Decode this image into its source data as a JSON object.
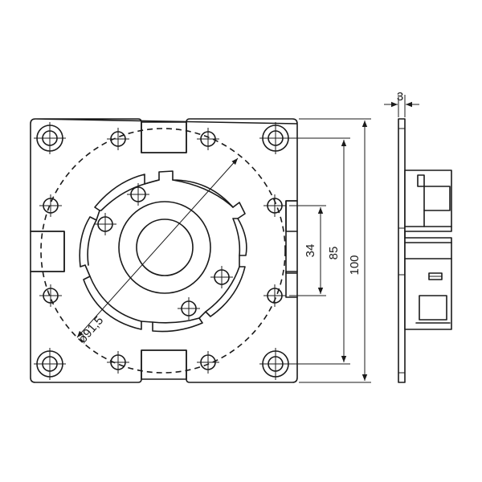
{
  "drawing": {
    "dimensions": {
      "thickness": "3",
      "outer_height": "100",
      "hole_pitch": "85",
      "inner_pitch": "34",
      "circle_diameter": "ø91,5"
    }
  },
  "colors": {
    "line": "#1a1a1a",
    "background": "#ffffff"
  }
}
